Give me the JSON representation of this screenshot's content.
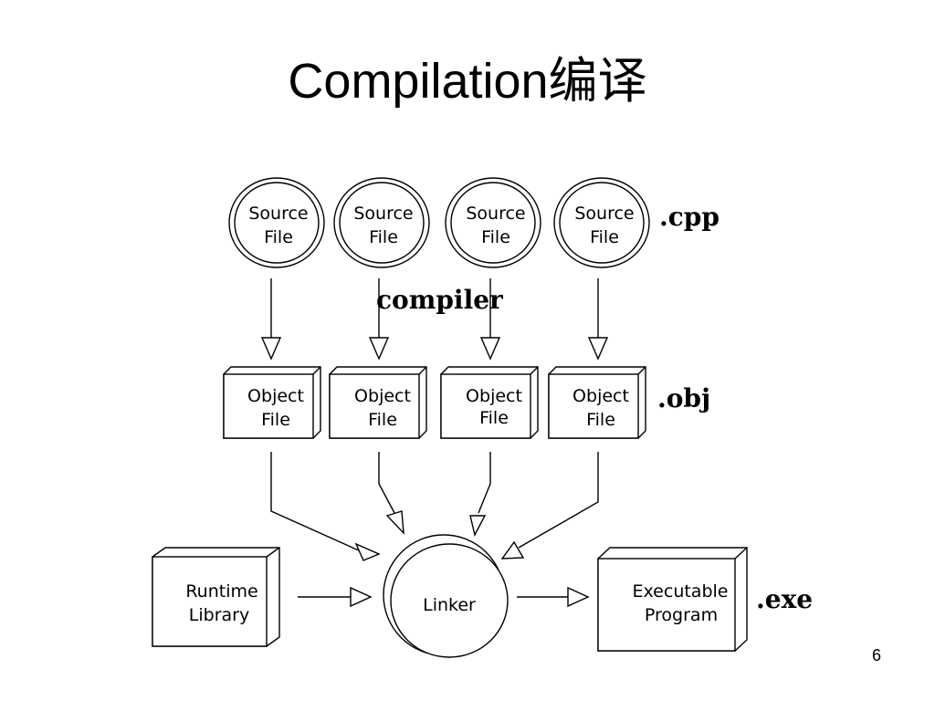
{
  "slide": {
    "title": "Compilation编译",
    "page_number": "6"
  },
  "diagram": {
    "source_files": [
      {
        "line1": "Source",
        "line2": "File"
      },
      {
        "line1": "Source",
        "line2": "File"
      },
      {
        "line1": "Source",
        "line2": "File"
      },
      {
        "line1": "Source",
        "line2": "File"
      }
    ],
    "object_files": [
      {
        "line1": "Object",
        "line2": "File"
      },
      {
        "line1": "Object",
        "line2": "File"
      },
      {
        "line1": "Object",
        "line2": "File"
      },
      {
        "line1": "Object",
        "line2": "File"
      }
    ],
    "runtime_library": {
      "line1": "Runtime",
      "line2": "Library"
    },
    "linker": {
      "label": "Linker"
    },
    "executable": {
      "line1": "Executable",
      "line2": "Program"
    },
    "labels": {
      "cpp": ".cpp",
      "compiler": "compiler",
      "obj": ".obj",
      "exe": ".exe"
    }
  }
}
